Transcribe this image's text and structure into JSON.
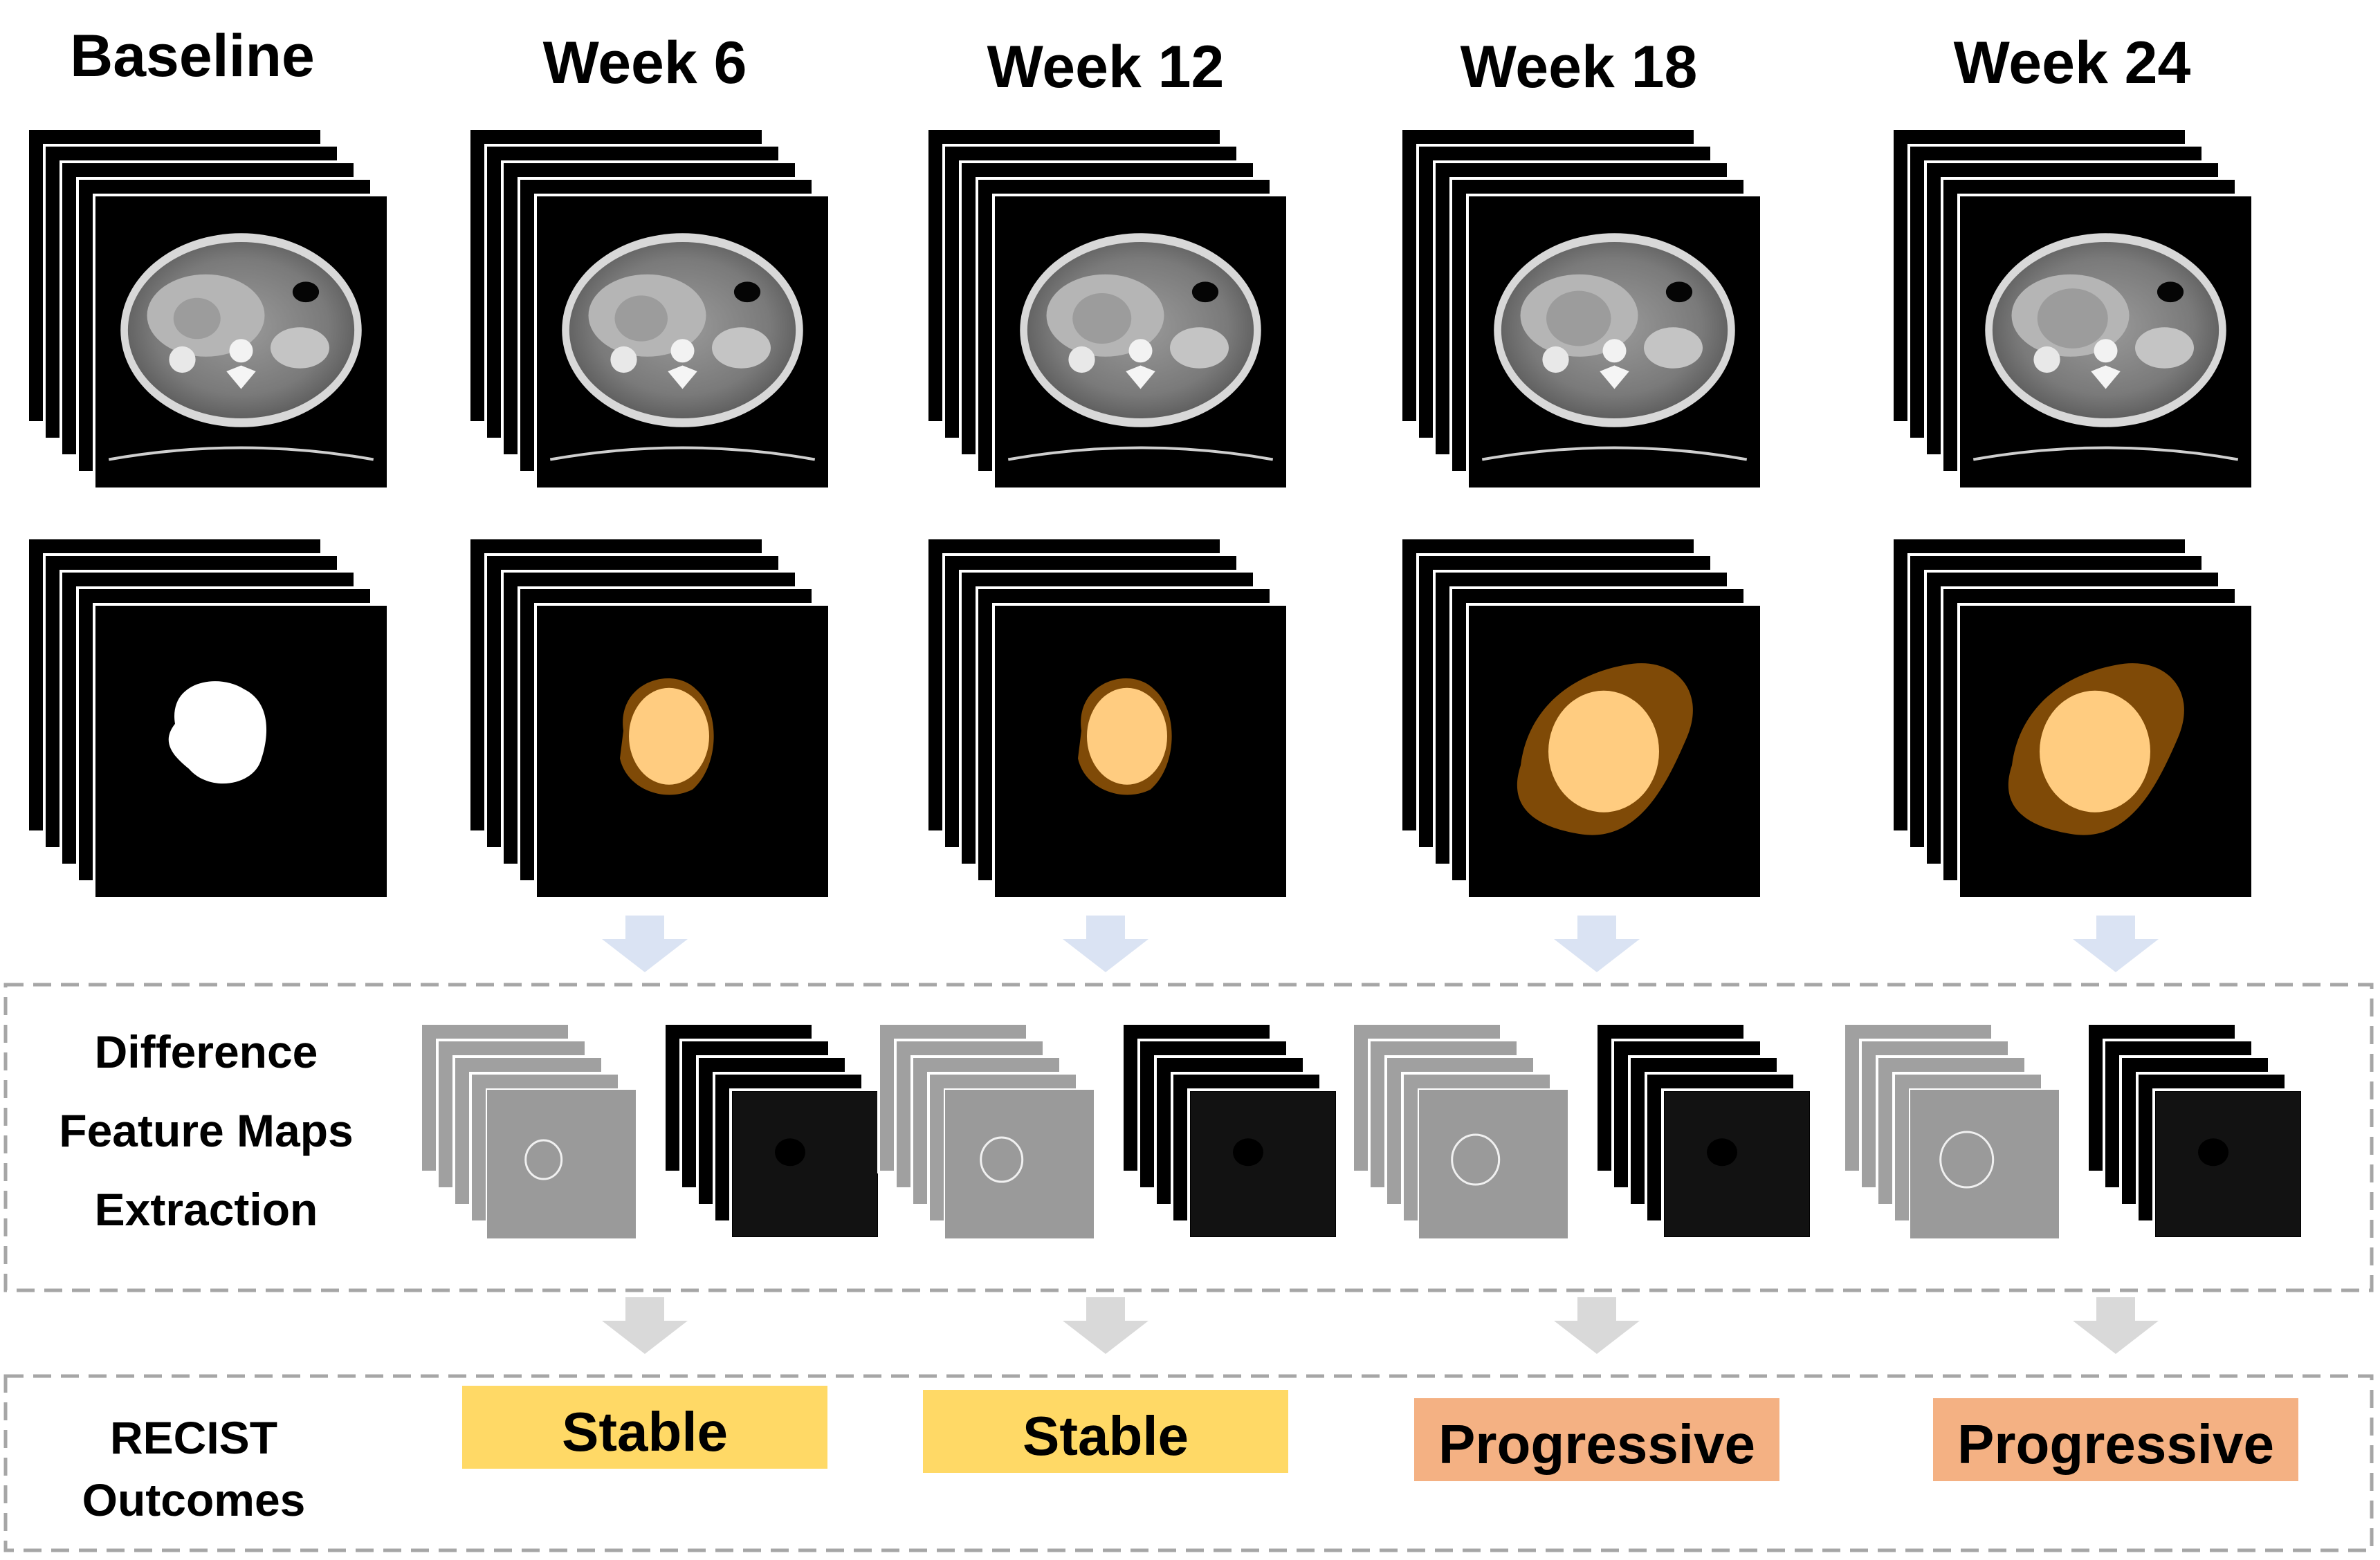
{
  "columns": [
    {
      "title": "Baseline",
      "mask": "white",
      "outcome": null
    },
    {
      "title": "Week 6",
      "mask": "pale",
      "outcome": "Stable"
    },
    {
      "title": "Week 12",
      "mask": "pale",
      "outcome": "Stable"
    },
    {
      "title": "Week 18",
      "mask": "large",
      "outcome": "Progressive"
    },
    {
      "title": "Week 24",
      "mask": "large",
      "outcome": "Progressive"
    }
  ],
  "feature_section": {
    "label_lines": [
      "Difference",
      "Feature Maps",
      "Extraction"
    ]
  },
  "outcome_section": {
    "label_lines": [
      "RECIST",
      "Outcomes"
    ]
  },
  "colors": {
    "stable": "#ffd966",
    "progressive": "#f4b183",
    "arrow_blue": "#dae3f3",
    "arrow_gray": "#d9d9d9",
    "dashed_border": "#a6a6a6",
    "mask_inner": "#ffcc80",
    "mask_outer": "#7f4a07"
  }
}
